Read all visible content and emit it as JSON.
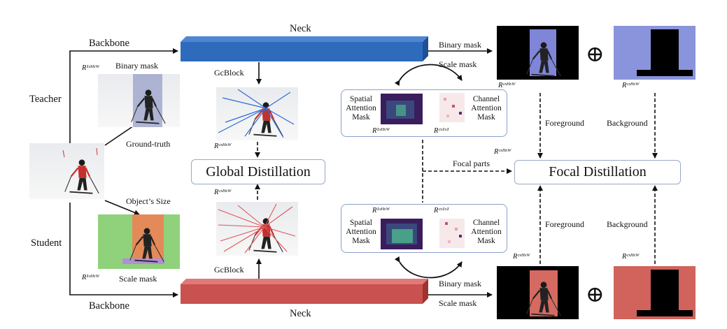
{
  "labels": {
    "neck_top": "Neck",
    "neck_bottom": "Neck",
    "backbone_top": "Backbone",
    "backbone_bottom": "Backbone",
    "teacher": "Teacher",
    "student": "Student",
    "gcblock_top": "GcBlock",
    "gcblock_bottom": "GcBlock",
    "binary_mask_left": "Binary mask",
    "scale_mask_left": "Scale mask",
    "ground_truth": "Ground-truth",
    "objects_size": "Object’s Size",
    "binary_mask_top": "Binary mask",
    "scale_mask_top": "Scale mask",
    "binary_mask_bottom": "Binary mask",
    "scale_mask_bottom": "Scale mask",
    "foreground_top": "Foreground",
    "background_top": "Background",
    "foreground_bottom": "Foreground",
    "background_bottom": "Background",
    "focal_parts": "Focal parts",
    "global_distillation": "Global Distillation",
    "focal_distillation": "Focal Distillation",
    "spatial_attention_mask_top": "Spatial Attention Mask",
    "channel_attention_mask_top": "Channel Attention Mask",
    "spatial_attention_mask_bottom": "Spatial Attention Mask",
    "channel_attention_mask_bottom": "Channel Attention Mask",
    "oplus_top": "⊕",
    "oplus_bottom": "⊕"
  },
  "math": {
    "r1hw_teacher": "R¹ˣᴴˣᵂ",
    "r1hw_student": "R¹ˣᴴˣᵂ",
    "rchw_global_top": "Rᶜˣᴴˣᵂ",
    "rchw_global_bottom": "Rᶜˣᴴˣᵂ",
    "r1hw_att_top": "R¹ˣᴴˣᵂ",
    "rc11_att_top": "Rᶜˣ¹ˣ¹",
    "r1hw_att_bottom": "R¹ˣᴴˣᵂ",
    "rc11_att_bottom": "Rᶜˣ¹ˣ¹",
    "rchw_fg_top": "Rᶜˣᴴˣᵂ",
    "rchw_bg_top": "Rᶜˣᴴˣᵂ",
    "rchw_focal": "Rᶜˣᴴˣᵂ",
    "rchw_fg_bottom": "Rᶜˣᴴˣᵂ",
    "rchw_bg_bottom": "Rᶜˣᴴˣᵂ"
  },
  "colors": {
    "neck_teacher": "#2f6bbd",
    "neck_student": "#c9514f",
    "teacher_mask_tint": "#7f86d8",
    "student_fg_tint": "#d9603b",
    "student_bg_tint": "#6ec64a"
  }
}
